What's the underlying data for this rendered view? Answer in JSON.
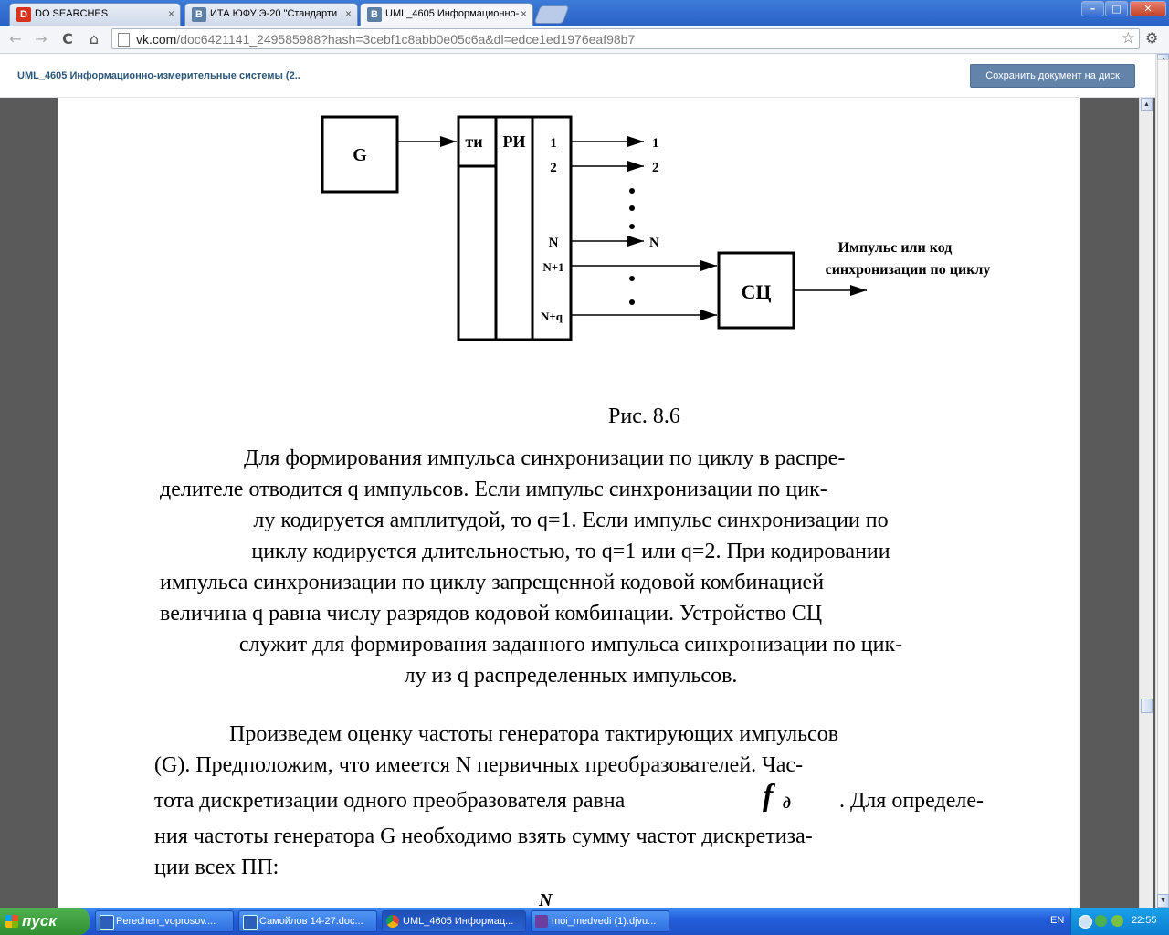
{
  "tabs": [
    {
      "label": "DO SEARCHES",
      "icon": "D",
      "close": "×"
    },
    {
      "label": "ИТА ЮФУ Э-20 \"Стандарти",
      "icon": "B",
      "close": "×"
    },
    {
      "label": "UML_4605 Информационно-",
      "icon": "B",
      "close": "×"
    }
  ],
  "window_controls": {
    "minimize": "–",
    "maximize": "□",
    "close": "✕"
  },
  "toolbar": {
    "back": "←",
    "forward": "→",
    "reload": "C",
    "home": "⌂",
    "url_host": "vk.com",
    "url_path": "/doc6421141_249585988?hash=3cebf1c8abb0e05c6a&dl=edce1ed1976eaf98b7",
    "star": "☆",
    "wrench": "⚙"
  },
  "doc_header": {
    "title": "UML_4605 Информационно-измерительные системы (2..",
    "save_button": "Сохранить документ на диск"
  },
  "figure": {
    "g_label": "G",
    "ti_label": "ти",
    "ri_label": "РИ",
    "out_labels_left": [
      "1",
      "2",
      "N",
      "N+1",
      "N+q"
    ],
    "out_labels_right": [
      "1",
      "2",
      "N"
    ],
    "sc_label": "СЦ",
    "output_text_line1": "Импульс или код",
    "output_text_line2": "синхронизации по циклу",
    "caption": "Рис. 8.6"
  },
  "paragraph1": [
    "Для формирования импульса синхронизации по циклу в распре-",
    "делителе отводится q импульсов. Если импульс синхронизации по цик-",
    "лу кодируется амплитудой, то q=1. Если импульс синхронизации по",
    "циклу кодируется длительностью, то q=1 или q=2. При кодировании",
    "импульса синхронизации по циклу запрещенной кодовой комбинацией",
    "величина q равна числу разрядов кодовой комбинации. Устройство СЦ",
    "служит для формирования заданного импульса синхронизации по цик-",
    "лу из q распределенных импульсов."
  ],
  "paragraph2": [
    "Произведем оценку частоты генератора тактирующих импульсов",
    "(G). Предположим, что имеется  N первичных преобразователей. Час-",
    "тота дискретизации одного преобразователя равна",
    ". Для определе-",
    "ния частоты генератора G необходимо взять сумму частот дискретиза-",
    "ции всех ПП:"
  ],
  "formula_symbol": "f",
  "formula_subscript": "д",
  "formula_sum_top": "N",
  "taskbar": {
    "start": "пуск",
    "tasks": [
      {
        "label": "Perechen_voprosov...."
      },
      {
        "label": "Самойлов 14-27.doc..."
      },
      {
        "label": "UML_4605 Информац..."
      },
      {
        "label": "moi_medvedi (1).djvu..."
      }
    ],
    "lang": "EN",
    "clock": "22:55"
  },
  "colors": {
    "vk_blue": "#2b587a",
    "save_btn": "#6383a8",
    "xp_taskbar": "#245edb",
    "xp_start": "#3c9b3c"
  }
}
